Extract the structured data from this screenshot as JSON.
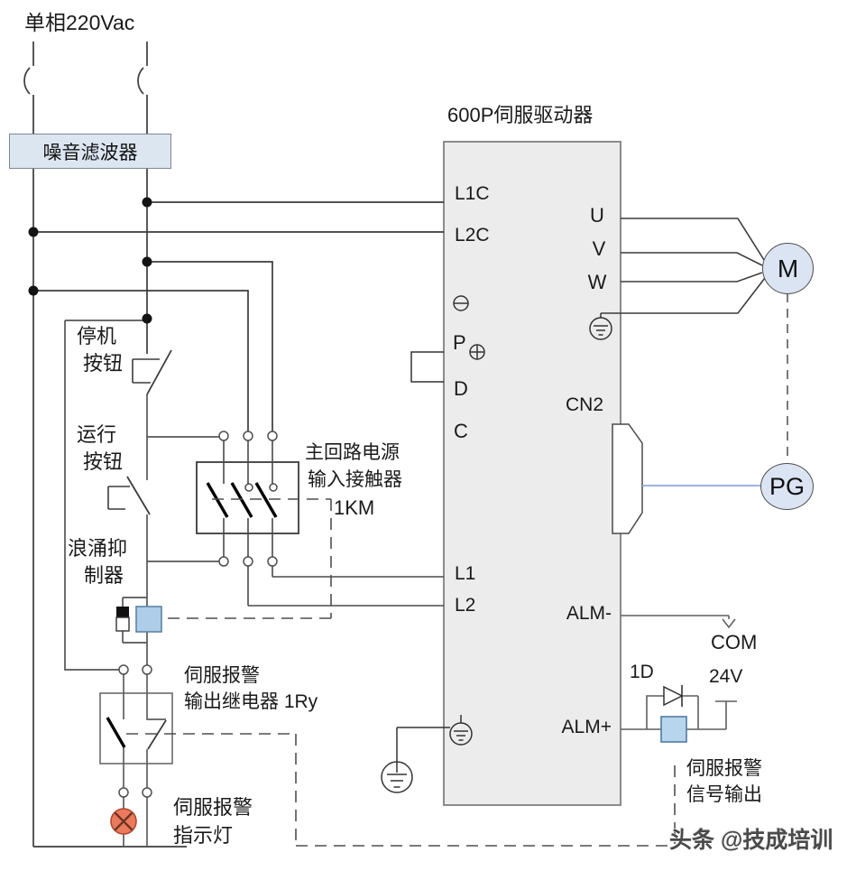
{
  "supply": {
    "phase_label": "单相220Vac",
    "noise_filter_label": "噪音滤波器"
  },
  "drive": {
    "title": "600P伺服驱动器",
    "terminals": {
      "l1c": "L1C",
      "l2c": "L2C",
      "p": "P",
      "d": "D",
      "c": "C",
      "l1": "L1",
      "l2": "L2",
      "u": "U",
      "v": "V",
      "w": "W",
      "cn2": "CN2",
      "alm_minus": "ALM-",
      "alm_plus": "ALM+"
    }
  },
  "control": {
    "stop_button": [
      "停机",
      "按钮"
    ],
    "run_button": [
      "运行",
      "按钮"
    ],
    "surge_suppressor": [
      "浪涌抑",
      "制器"
    ],
    "contactor": [
      "主回路电源",
      "输入接触器",
      "1KM"
    ],
    "alarm_relay": [
      "伺服报警",
      "输出继电器 1Ry"
    ],
    "alarm_lamp": [
      "伺服报警",
      "指示灯"
    ]
  },
  "output": {
    "alarm_signal": [
      "伺服报警",
      "信号输出"
    ],
    "com": "COM",
    "v24": "24V",
    "diode": "1D"
  },
  "motor": {
    "label": "M",
    "encoder": "PG"
  },
  "watermark": "头条 @技成培训",
  "colors": {
    "noise_filter_fill": "#dce6f1",
    "drive_fill": "#ececec",
    "coil_fill": "#aecde9",
    "motor_fill": "#dbe4f2",
    "lamp_fill": "#ea7a5b",
    "pg_wire": "#8ea9db"
  }
}
